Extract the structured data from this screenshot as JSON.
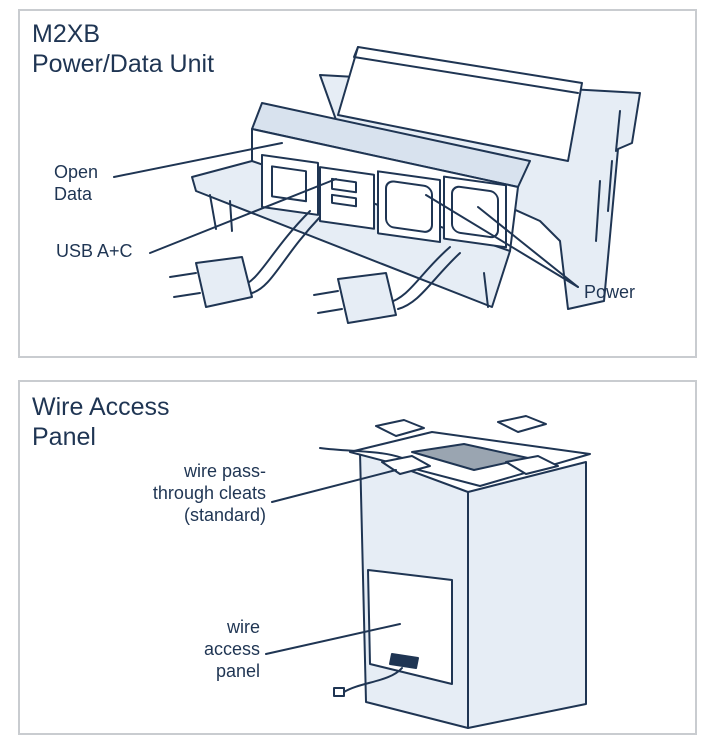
{
  "top_panel": {
    "title_line1": "M2XB",
    "title_line2": "Power/Data Unit",
    "labels": {
      "open_data_line1": "Open",
      "open_data_line2": "Data",
      "usb": "USB A+C",
      "power": "Power"
    }
  },
  "bottom_panel": {
    "title_line1": "Wire Access",
    "title_line2": "Panel",
    "labels": {
      "cleats_line1": "wire pass-",
      "cleats_line2": "through cleats",
      "cleats_line3": "(standard)",
      "access_line1": "wire",
      "access_line2": "access",
      "access_line3": "panel"
    }
  },
  "colors": {
    "ink": "#1f3553",
    "fill_light": "#e6edf5",
    "border": "#c9ccd0"
  }
}
